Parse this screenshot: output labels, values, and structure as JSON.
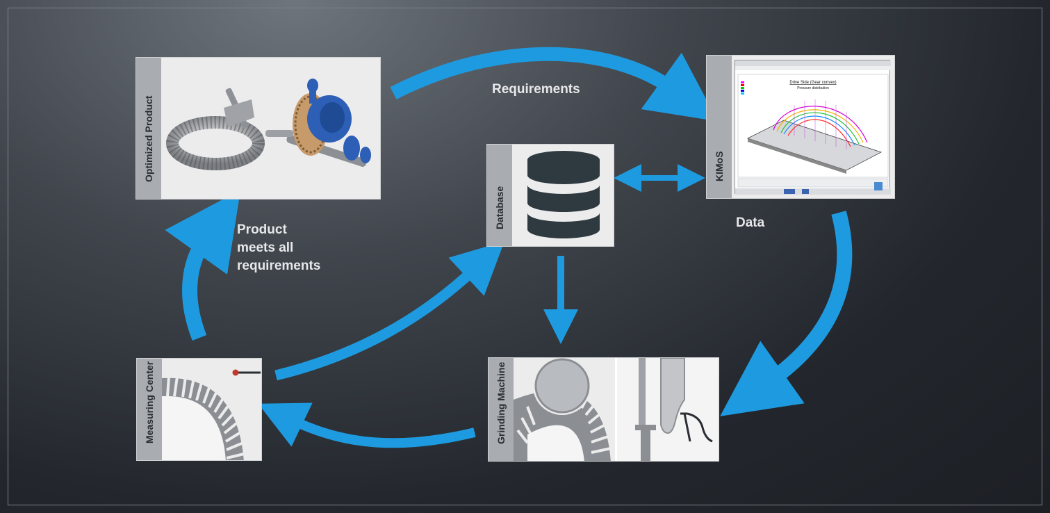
{
  "boxes": {
    "optimized_product": "Optimized Product",
    "kimos": "KIMoS",
    "database": "Database",
    "measuring_center": "Measuring Center",
    "grinding_machine": "Grinding Machine"
  },
  "labels": {
    "requirements": "Requirements",
    "data": "Data",
    "product_meets_line1": "Product",
    "product_meets_line2": "meets all",
    "product_meets_line3": "requirements"
  },
  "kimos_plot": {
    "title": "Drive Side  (Gear convex)",
    "subtitle": "Pressure distribution"
  },
  "colors": {
    "arrow": "#1e9be0",
    "background": "#2b2f35",
    "tab": "#a9acb0",
    "box": "#ececed",
    "database_icon": "#2e3a40"
  }
}
